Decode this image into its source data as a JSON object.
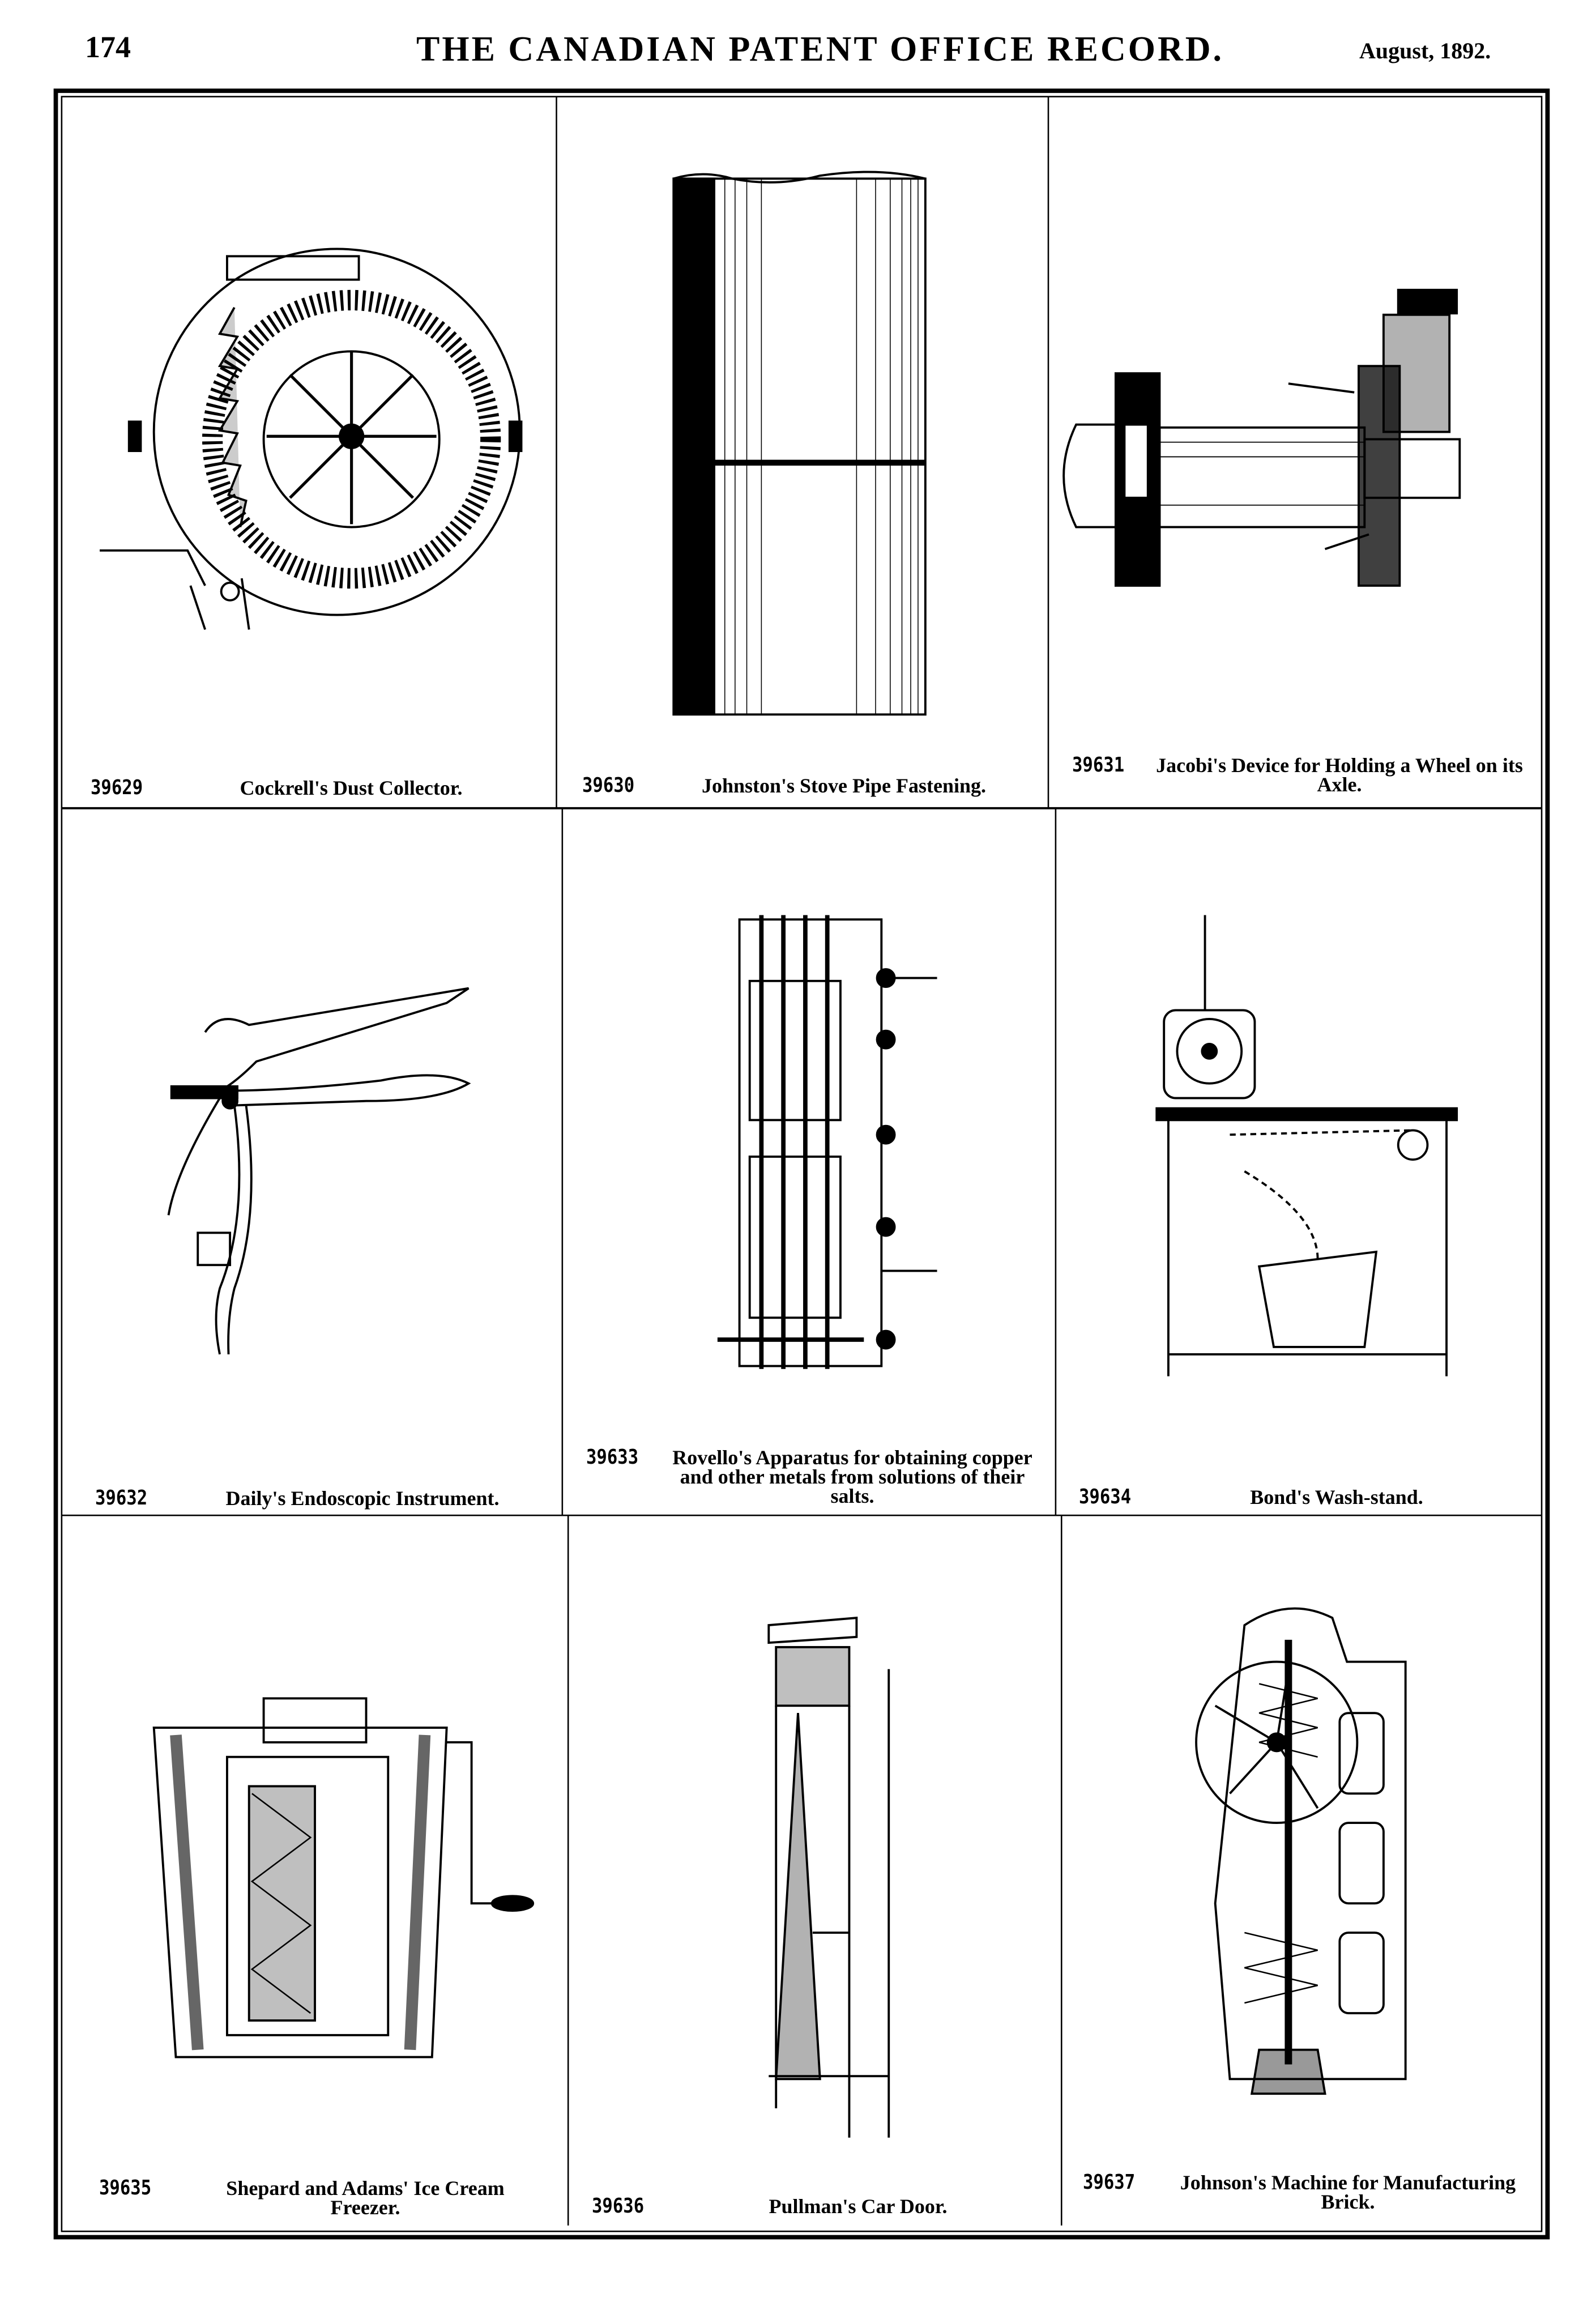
{
  "header": {
    "page_number": "174",
    "title": "THE CANADIAN PATENT OFFICE RECORD.",
    "date": "August, 1892."
  },
  "figures": [
    {
      "number": "39629",
      "title": "Cockrell's Dust Collector."
    },
    {
      "number": "39630",
      "title": "Johnston's Stove Pipe Fastening."
    },
    {
      "number": "39631",
      "title": "Jacobi's Device for Holding a Wheel on its Axle."
    },
    {
      "number": "39632",
      "title": "Daily's Endoscopic Instrument."
    },
    {
      "number": "39633",
      "title": "Rovello's Apparatus for obtaining copper and other metals from solutions of their salts."
    },
    {
      "number": "39634",
      "title": "Bond's Wash-stand."
    },
    {
      "number": "39635",
      "title": "Shepard and Adams' Ice Cream Freezer."
    },
    {
      "number": "39636",
      "title": "Pullman's Car Door."
    },
    {
      "number": "39637",
      "title": "Johnson's Machine for Manufacturing Brick."
    }
  ]
}
